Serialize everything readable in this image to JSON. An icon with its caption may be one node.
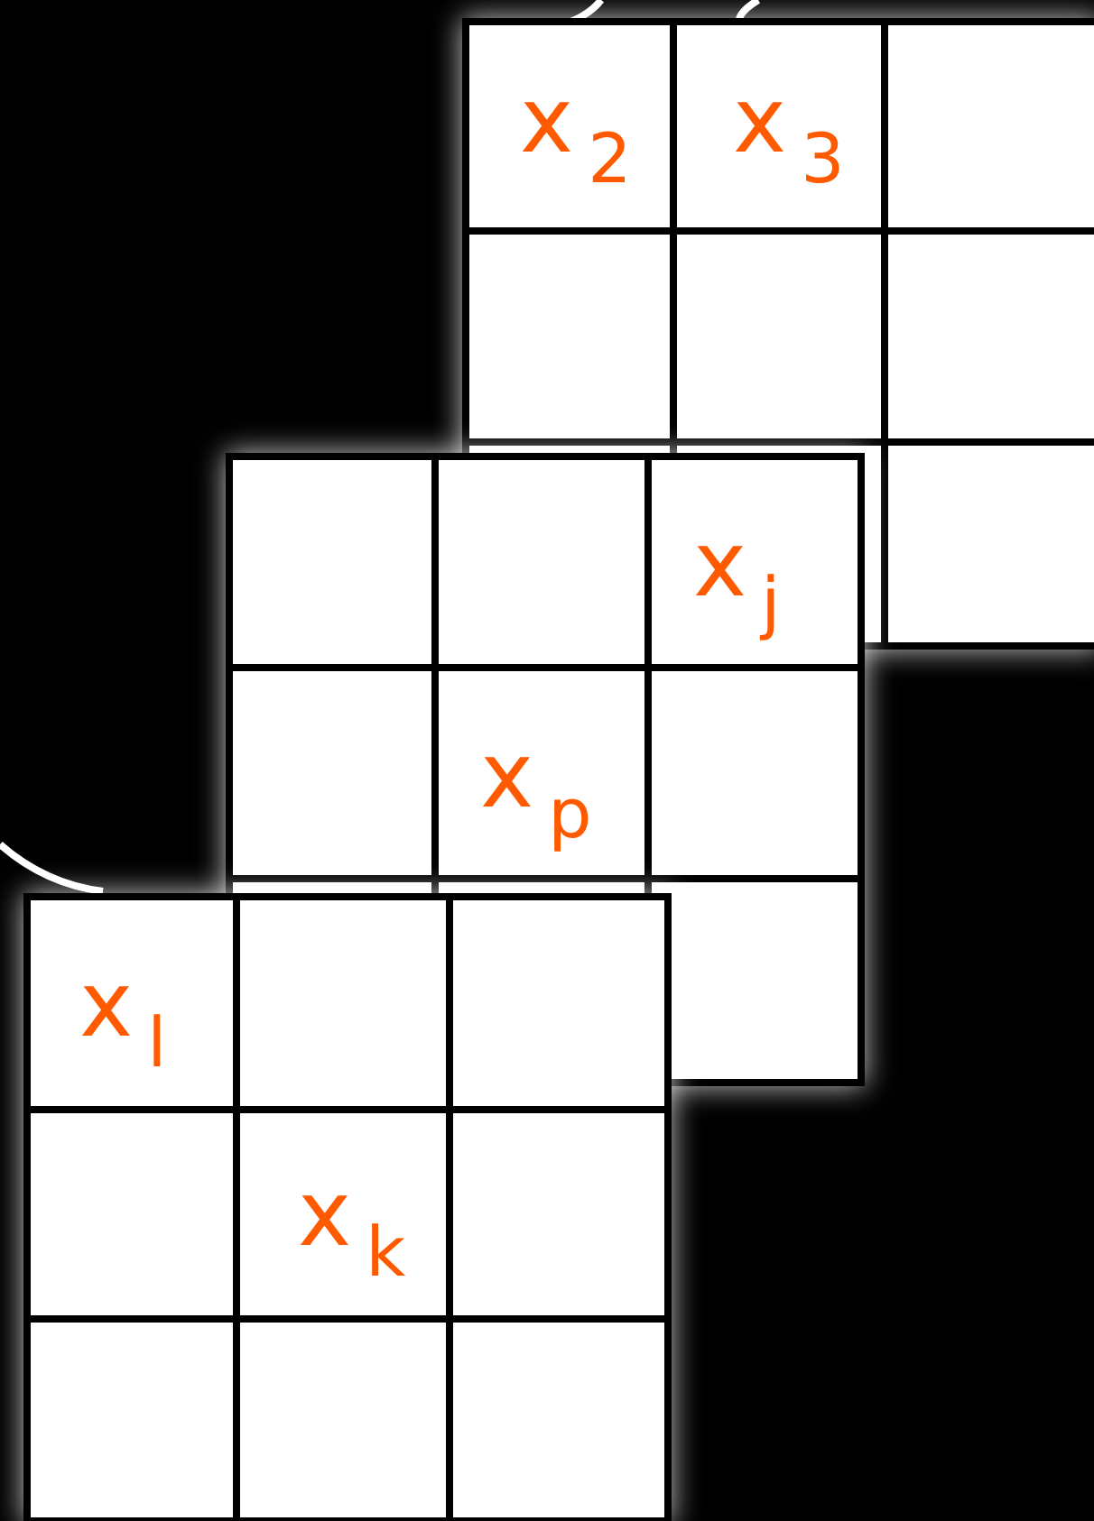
{
  "diagram": {
    "labels": [
      "x$_{2}$",
      "x$_{3}$",
      "x$_{j}$",
      "x$_{p}$",
      "x$_{l}$",
      "x$_{k}$"
    ]
  }
}
